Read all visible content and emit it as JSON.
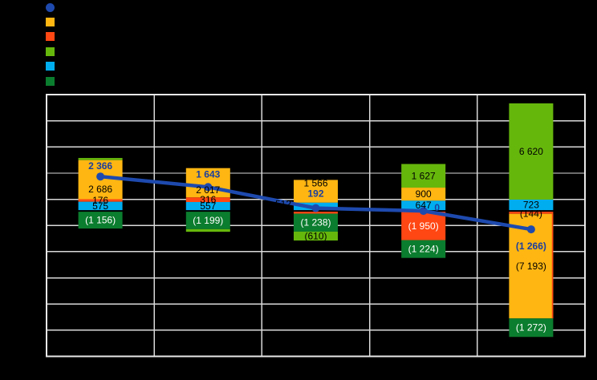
{
  "canvas": {
    "background": "#000000"
  },
  "colors": {
    "line": "#1E4AAE",
    "line_label": "#1B3F9E",
    "gold": "#FFB612",
    "orange_red": "#FF4713",
    "light_green": "#66B70C",
    "cyan": "#00AEEF",
    "dark_green": "#0B7D2E",
    "grid": "#D9D9D9",
    "plot_border": "#E8E8E8",
    "label_black": "#000000",
    "label_white": "#FFFFFF"
  },
  "legend": {
    "items": [
      {
        "name": "line-series",
        "marker": "circle",
        "color": "#1E4AAE",
        "label": ""
      },
      {
        "name": "gold-series",
        "marker": "square",
        "color": "#FFB612",
        "label": ""
      },
      {
        "name": "orange-red-series",
        "marker": "square",
        "color": "#FF4713",
        "label": ""
      },
      {
        "name": "light-green-series",
        "marker": "square",
        "color": "#66B70C",
        "label": ""
      },
      {
        "name": "cyan-series",
        "marker": "square",
        "color": "#00AEEF",
        "label": ""
      },
      {
        "name": "dark-green-series",
        "marker": "square",
        "color": "#0B7D2E",
        "label": ""
      }
    ]
  },
  "chart_data": {
    "type": "bar",
    "subtype": "stacked-bar-with-line",
    "grid": {
      "rows": 10,
      "cols": 5,
      "grid_on": true
    },
    "ylim": [
      -10000,
      8000
    ],
    "categories": [
      "",
      "",
      "",
      "",
      ""
    ],
    "bars": [
      {
        "segments": [
          {
            "series": "light_green",
            "value": 150,
            "label": ""
          },
          {
            "series": "gold",
            "value": 2686,
            "label": "2 686",
            "label_color": "#000000",
            "label_dy": 12
          },
          {
            "series": "orange_red",
            "value": 176,
            "label": "176",
            "label_color": "#000000"
          },
          {
            "series": "cyan",
            "value": 575,
            "label": "575",
            "label_color": "#000000"
          },
          {
            "series": "dark_green",
            "value": -1156,
            "label": "(1 156)",
            "label_color": "#FFFFFF"
          }
        ]
      },
      {
        "segments": [
          {
            "series": "gold",
            "value": 2017,
            "label": "2 017",
            "label_color": "#000000",
            "label_dy": 9
          },
          {
            "series": "orange_red",
            "value": 316,
            "label": "316",
            "label_color": "#000000"
          },
          {
            "series": "cyan",
            "value": 557,
            "label": "557",
            "label_color": "#000000"
          },
          {
            "series": "dark_green",
            "value": -1199,
            "label": "(1 199)",
            "label_color": "#FFFFFF"
          },
          {
            "series": "light_green",
            "value": -180,
            "label": ""
          }
        ]
      },
      {
        "segments": [
          {
            "series": "gold",
            "value": 1566,
            "label": "1 566",
            "label_color": "#000000",
            "label_dy": -10
          },
          {
            "series": "cyan",
            "value": 512,
            "label": "512",
            "label_color": "#000000",
            "label_pos": "left",
            "label_dy": -3
          },
          {
            "series": "orange_red",
            "value": -130,
            "label": ""
          },
          {
            "series": "dark_green",
            "value": -1238,
            "label": "(1 238)",
            "label_color": "#FFFFFF"
          },
          {
            "series": "light_green",
            "value": -610,
            "label": "(610)",
            "label_color": "#000000"
          }
        ]
      },
      {
        "segments": [
          {
            "series": "light_green",
            "value": 1627,
            "label": "1 627",
            "label_color": "#000000"
          },
          {
            "series": "gold",
            "value": 900,
            "label": "900",
            "label_color": "#000000"
          },
          {
            "series": "cyan",
            "value": 647,
            "label": "647",
            "label_color": "#000000"
          },
          {
            "series": "orange_red",
            "value": -1950,
            "label": "(1 950)",
            "label_color": "#FFFFFF"
          },
          {
            "series": "dark_green",
            "value": -1224,
            "label": "(1 224)",
            "label_color": "#FFFFFF"
          }
        ]
      },
      {
        "segments": [
          {
            "series": "light_green",
            "value": 6620,
            "label": "6 620",
            "label_color": "#000000"
          },
          {
            "series": "cyan",
            "value": 723,
            "label": "723",
            "label_color": "#000000"
          },
          {
            "series": "orange_red",
            "value": -144,
            "label": "(144)",
            "label_color": "#000000",
            "label_dy": 1
          },
          {
            "series": "gold",
            "value": -7193,
            "label": "(7 193)",
            "label_color": "#000000",
            "red_right_border": true
          },
          {
            "series": "dark_green",
            "value": -1272,
            "label": "(1 272)",
            "label_color": "#FFFFFF"
          }
        ]
      }
    ],
    "line_series": {
      "color": "#1E4AAE",
      "points": [
        {
          "value": 2366,
          "label": "2 366",
          "dx": 0,
          "dy": -13
        },
        {
          "value": 1643,
          "label": "1 643",
          "dx": 0,
          "dy": -16
        },
        {
          "value": 192,
          "label": "192",
          "dx": 0,
          "dy": -18
        },
        {
          "value": 0,
          "label": "0",
          "dx": 17,
          "dy": -4
        },
        {
          "value": -1266,
          "label": "(1 266)",
          "dx": 0,
          "dy": 21
        }
      ]
    }
  }
}
